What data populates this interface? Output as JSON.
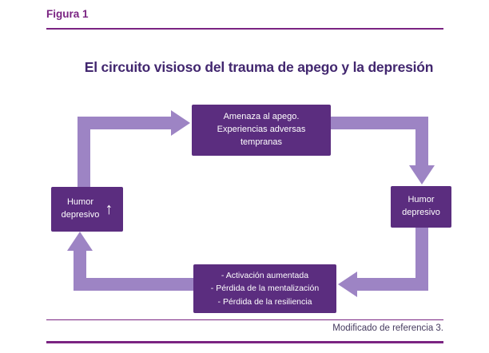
{
  "figure": {
    "label": "Figura 1",
    "title": "El circuito visioso del trauma de apego y la depresión",
    "footnote": "Modificado de referencia 3."
  },
  "diagram": {
    "nodes": {
      "top": {
        "lines": [
          "Amenaza al apego.",
          "Experiencias adversas",
          "tempranas"
        ]
      },
      "right": {
        "lines": [
          "Humor",
          "depresivo"
        ]
      },
      "bottom": {
        "lines": [
          "- Activación aumentada",
          "- Pérdida de la mentalización",
          "- Pérdida de la resiliencia"
        ]
      },
      "left": {
        "lines": [
          "Humor",
          "depresivo"
        ],
        "arrow_glyph": "↑"
      }
    },
    "colors": {
      "box": "#5b2d7f",
      "arrow": "#9d84c4",
      "accent": "#7a2482",
      "title": "#42276f",
      "footnote_text": "#453a5e"
    }
  }
}
